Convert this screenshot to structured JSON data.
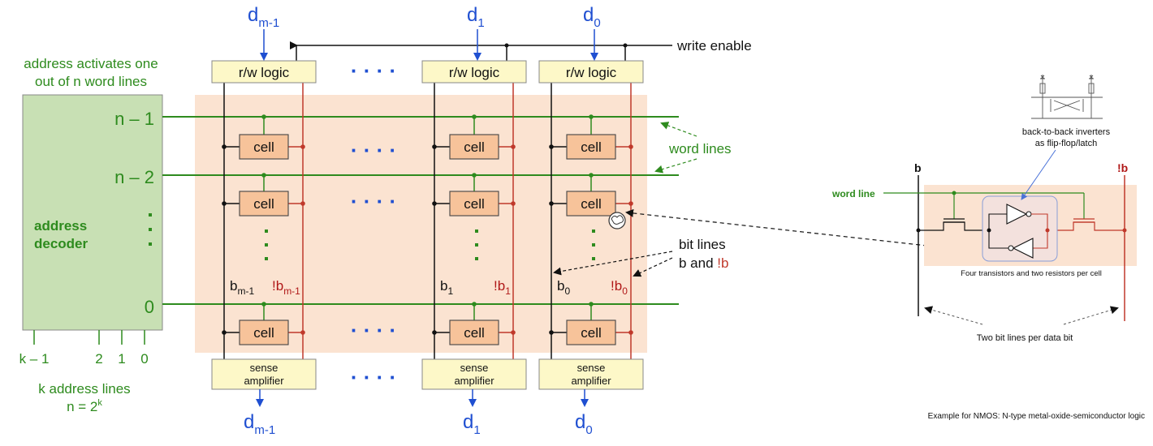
{
  "colors": {
    "green": "#2e8b1e",
    "red": "#c0392b",
    "blue": "#1f4fd1",
    "array_bg": "#fbe3d1",
    "decoder_bg": "#c8e0b4",
    "logic_bg": "#fdf8c8",
    "cell_bg": "#f7c39a"
  },
  "top_labels": {
    "d_base": "d",
    "sub_m1": "m-1",
    "sub_1": "1",
    "sub_0": "0"
  },
  "write_enable": "write enable",
  "rw_logic": "r/w logic",
  "dots": "· · · ·",
  "vdots": "·\n·\n·",
  "address_activates_line1": "address activates one",
  "address_activates_line2": "out of n word lines",
  "decoder_line1": "address",
  "decoder_line2": "decoder",
  "row_labels": {
    "n1": "n – 1",
    "n2": "n – 2",
    "zero": "0"
  },
  "cell": "cell",
  "word_lines": "word lines",
  "bit_lines_line1": "bit lines",
  "bit_lines_line2": "b and ",
  "bit_lines_notb": "!b",
  "bitline_labels": {
    "b": "b",
    "notb": "!b",
    "sub_m1": "m-1",
    "sub_1": "1",
    "sub_0": "0"
  },
  "address_pins": {
    "k1": "k – 1",
    "p2": "2",
    "p1": "1",
    "p0": "0"
  },
  "k_address_lines": "k address lines",
  "n_eq": "n = 2",
  "n_eq_sup": "k",
  "sense_line1": "sense",
  "sense_line2": "amplifier",
  "detail": {
    "b": "b",
    "notb": "!b",
    "word_line": "word line",
    "inverters_line1": "back-to-back inverters",
    "inverters_line2": "as flip-flop/latch",
    "four_transistors": "Four transistors and two resistors per cell",
    "two_bit_lines": "Two bit lines per data bit"
  },
  "footnote": "Example for NMOS: N-type metal-oxide-semiconductor logic"
}
